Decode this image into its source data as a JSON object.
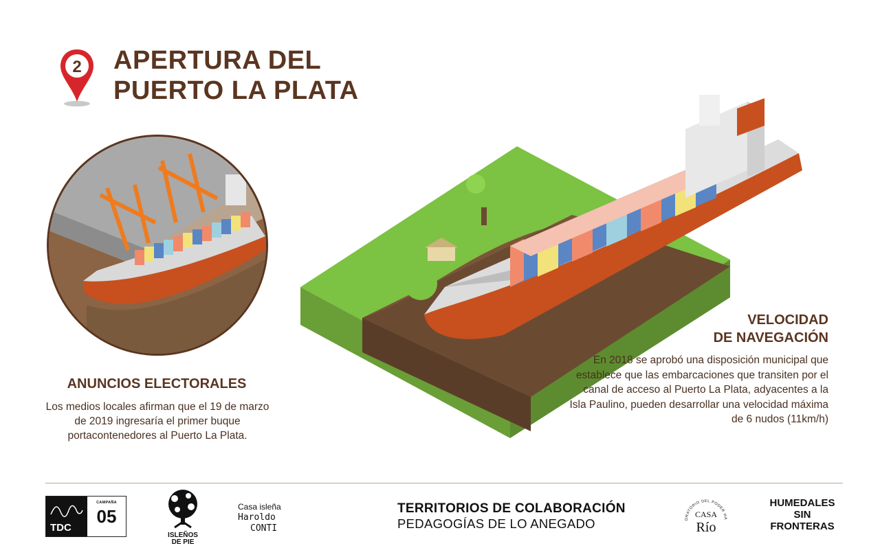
{
  "header": {
    "marker_number": "2",
    "title_line1": "APERTURA DEL",
    "title_line2": "PUERTO LA PLATA"
  },
  "electoral": {
    "heading": "ANUNCIOS ELECTORALES",
    "body": "Los medios locales afirman que el 19 de marzo de 2019 ingresaría el primer buque portacontenedores al Puerto La Plata."
  },
  "velocity": {
    "heading_line1": "VELOCIDAD",
    "heading_line2": "DE NAVEGACIÓN",
    "body": "En 2018 se aprobó una disposición municipal que establece que las embarcaciones que transiten por el canal de acceso al Puerto La Plata, adyacentes a la Isla Paulino, pueden desarrollar una velocidad máxima de 6 nudos (11km/h)"
  },
  "footer": {
    "tdc_label": "TDC",
    "campaign_label": "CAMPAÑA",
    "campaign_number": "05",
    "islenos_line1": "ISLEÑOS",
    "islenos_line2": "DE PIE",
    "casa_line1": "Casa isleña",
    "casa_line2": "Haroldo",
    "casa_line3": "CONTI",
    "title_line1": "TERRITORIOS DE COLABORACIÓN",
    "title_line2": "PEDAGOGÍAS DE LO ANEGADO",
    "casa_rio_arc": "LABORATORIO DEL PODER HACER",
    "casa_rio_line1": "CASA",
    "casa_rio_line2": "Río",
    "humedales_line1": "HUMEDALES",
    "humedales_line2": "SIN",
    "humedales_line3": "FRONTERAS"
  },
  "colors": {
    "brown_text": "#5a3520",
    "pin_red": "#d7262b",
    "hull_orange": "#c7501e",
    "grass_green": "#7cc243",
    "mud_brown": "#6b4a32",
    "crane_orange": "#ef7b1e"
  },
  "icons": [
    "map-pin-icon",
    "tree-logo-icon",
    "snake-wave-icon"
  ]
}
